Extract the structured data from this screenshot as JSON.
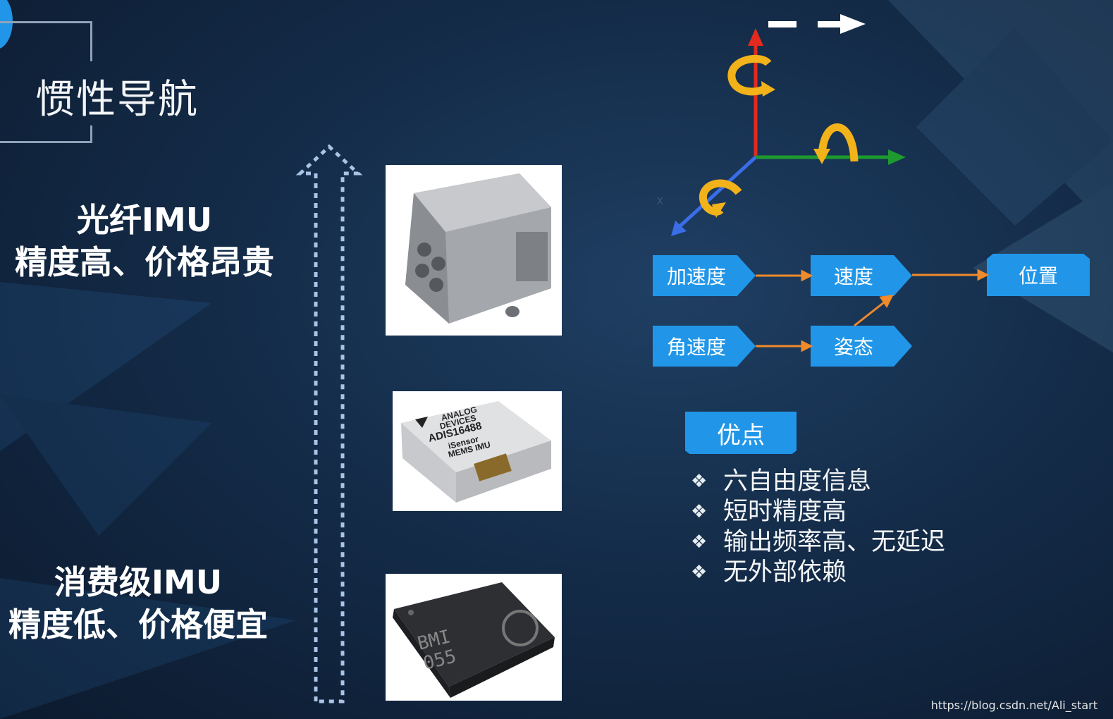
{
  "slide": {
    "title": "惯性导航",
    "high_end": {
      "name": "光纤IMU",
      "desc": "精度高、价格昂贵"
    },
    "low_end": {
      "name": "消费级IMU",
      "desc": "精度低、价格便宜"
    }
  },
  "products": [
    {
      "label_lines": []
    },
    {
      "label_lines": [
        "ANALOG",
        "DEVICES",
        "ADIS16488",
        "iSensor",
        "MEMS IMU"
      ]
    },
    {
      "label_lines": [
        "BMI",
        "055"
      ]
    }
  ],
  "axes": {
    "x_label": "x"
  },
  "flow": {
    "acceleration": "加速度",
    "velocity": "速度",
    "position": "位置",
    "angular_velocity": "角速度",
    "attitude": "姿态"
  },
  "advantages": {
    "title": "优点",
    "items": [
      "六自由度信息",
      "短时精度高",
      "输出频率高、无延迟",
      "无外部依赖"
    ]
  },
  "watermark": "https://blog.csdn.net/Ali_start",
  "colors": {
    "accent": "#2196e8",
    "arrow_orange": "#f08a2a",
    "axis_red": "#e32a1e",
    "axis_green": "#1e9a2e",
    "axis_blue": "#3a6ee8",
    "rotation_yellow": "#f2b21a"
  }
}
